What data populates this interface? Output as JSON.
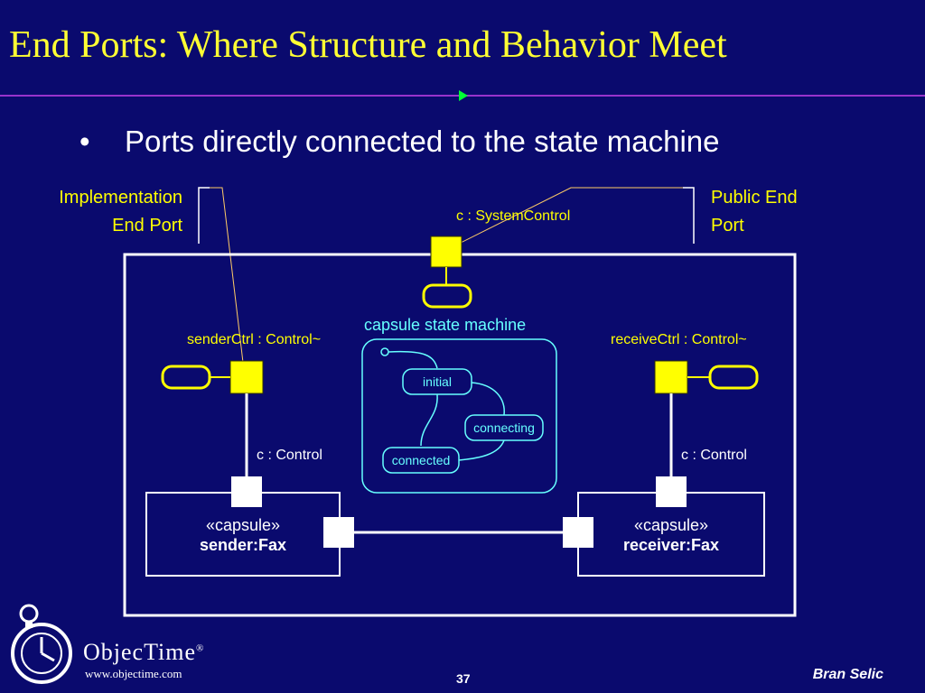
{
  "title": "End Ports: Where Structure and Behavior Meet",
  "bullet": "Ports directly connected to the state machine",
  "callouts": {
    "left_line1": "Implementation",
    "left_line2": "End Port",
    "right_line1": "Public End",
    "right_line2": "Port"
  },
  "ports": {
    "system": "c : SystemControl",
    "sender_ctrl": "senderCtrl : Control~",
    "receive_ctrl": "receiveCtrl : Control~",
    "sender_c": "c : Control",
    "receiver_c": "c : Control"
  },
  "state_machine": {
    "label": "capsule state machine",
    "states": [
      "initial",
      "connecting",
      "connected"
    ]
  },
  "capsules": {
    "sender_stereotype": "«capsule»",
    "sender_name": "sender:Fax",
    "receiver_stereotype": "«capsule»",
    "receiver_name": "receiver:Fax"
  },
  "footer": {
    "author": "Bran Selic",
    "page": "37",
    "logo_name": "ObjecTime",
    "logo_url": "www.objectime.com",
    "logo_mark": "®"
  },
  "colors": {
    "background": "#0a0a6e",
    "title": "#ffff33",
    "port_fill": "#ffff00",
    "state_machine": "#66ffff"
  }
}
